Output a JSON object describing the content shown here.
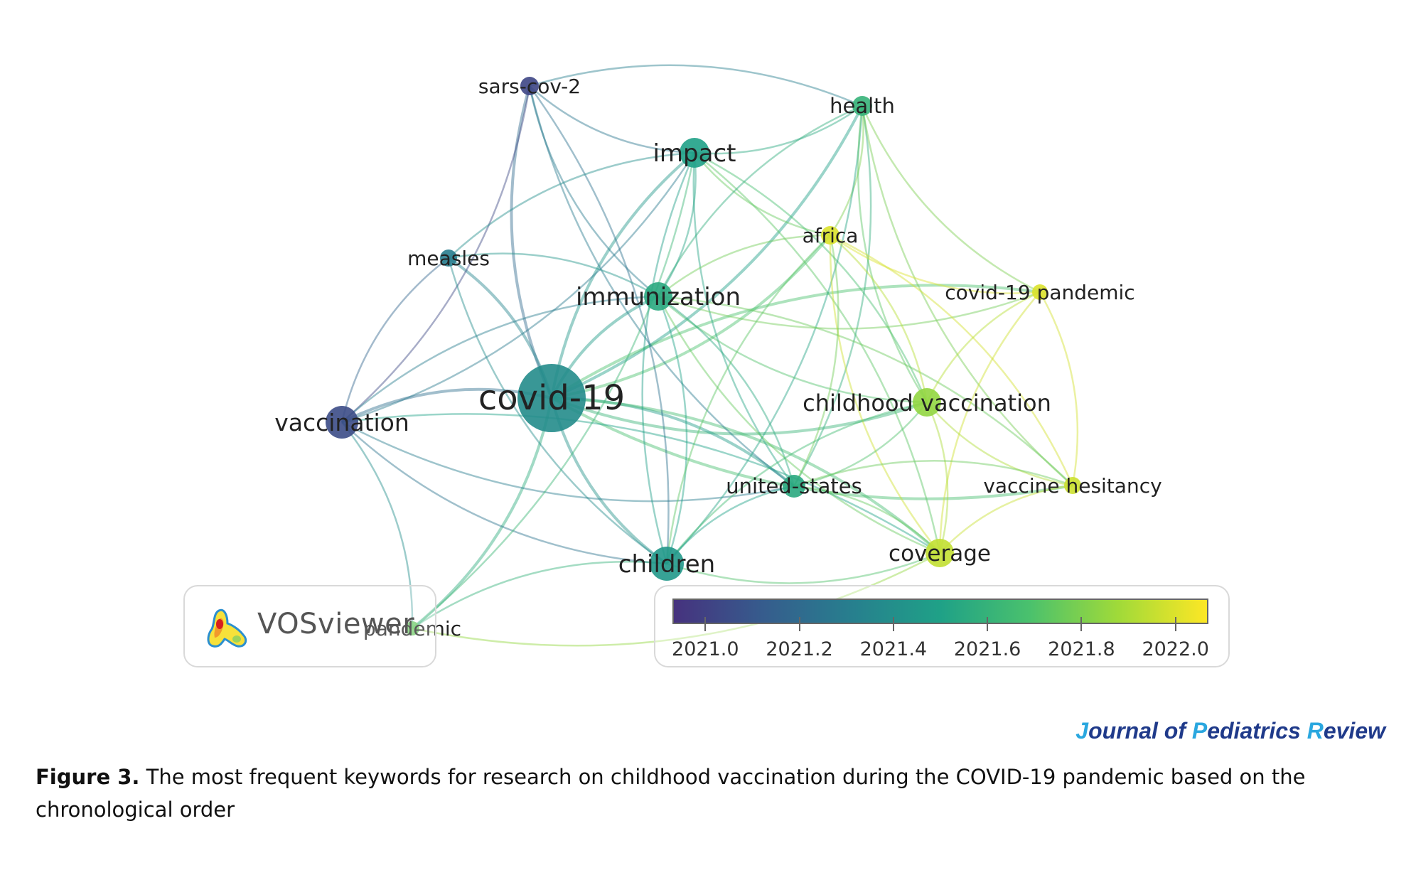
{
  "figure": {
    "caption_label": "Figure 3.",
    "caption_text": "The most frequent keywords for research on childhood vaccination during the COVID-19 pandemic based on the chronological order"
  },
  "journal": {
    "part1": "J",
    "part2": "ournal of ",
    "part3": "P",
    "part4": "ediatrics ",
    "part5": "R",
    "part6": "eview"
  },
  "logo": {
    "text": "VOSviewer"
  },
  "colorbar": {
    "colors": [
      "#46327e",
      "#365c8d",
      "#277f8e",
      "#1fa187",
      "#4ac16d",
      "#a0da39",
      "#fde725"
    ],
    "min": 2020.93,
    "max": 2022.07,
    "ticks": [
      {
        "value": 2021.0,
        "label": "2021.0"
      },
      {
        "value": 2021.2,
        "label": "2021.2"
      },
      {
        "value": 2021.4,
        "label": "2021.4"
      },
      {
        "value": 2021.6,
        "label": "2021.6"
      },
      {
        "value": 2021.8,
        "label": "2021.8"
      },
      {
        "value": 2022.0,
        "label": "2022.0"
      }
    ]
  },
  "network": {
    "nodes": [
      {
        "id": "covid-19",
        "label": "covid-19",
        "year": 2021.38
      },
      {
        "id": "vaccination",
        "label": "vaccination",
        "year": 2021.05
      },
      {
        "id": "sars-cov-2",
        "label": "sars-cov-2",
        "year": 2021.02
      },
      {
        "id": "measles",
        "label": "measles",
        "year": 2021.3
      },
      {
        "id": "impact",
        "label": "impact",
        "year": 2021.5
      },
      {
        "id": "health",
        "label": "health",
        "year": 2021.6
      },
      {
        "id": "immunization",
        "label": "immunization",
        "year": 2021.55
      },
      {
        "id": "africa",
        "label": "africa",
        "year": 2022.0
      },
      {
        "id": "covid-19-pandemic",
        "label": "covid-19 pandemic",
        "year": 2022.0
      },
      {
        "id": "childhood-vaccination",
        "label": "childhood vaccination",
        "year": 2021.85
      },
      {
        "id": "united-states",
        "label": "united-states",
        "year": 2021.55
      },
      {
        "id": "vaccine-hesitancy",
        "label": "vaccine hesitancy",
        "year": 2021.97
      },
      {
        "id": "coverage",
        "label": "coverage",
        "year": 2021.95
      },
      {
        "id": "children",
        "label": "children",
        "year": 2021.45
      },
      {
        "id": "pandemic",
        "label": "pandemic",
        "year": 2021.75
      }
    ],
    "edges": [
      [
        "covid-19",
        "vaccination"
      ],
      [
        "covid-19",
        "sars-cov-2"
      ],
      [
        "covid-19",
        "measles"
      ],
      [
        "covid-19",
        "impact"
      ],
      [
        "covid-19",
        "health"
      ],
      [
        "covid-19",
        "immunization"
      ],
      [
        "covid-19",
        "africa"
      ],
      [
        "covid-19",
        "covid-19-pandemic"
      ],
      [
        "covid-19",
        "childhood-vaccination"
      ],
      [
        "covid-19",
        "united-states"
      ],
      [
        "covid-19",
        "vaccine-hesitancy"
      ],
      [
        "covid-19",
        "coverage"
      ],
      [
        "covid-19",
        "children"
      ],
      [
        "covid-19",
        "pandemic"
      ],
      [
        "vaccination",
        "sars-cov-2"
      ],
      [
        "vaccination",
        "measles"
      ],
      [
        "vaccination",
        "impact"
      ],
      [
        "vaccination",
        "immunization"
      ],
      [
        "vaccination",
        "children"
      ],
      [
        "vaccination",
        "coverage"
      ],
      [
        "vaccination",
        "united-states"
      ],
      [
        "vaccination",
        "pandemic"
      ],
      [
        "sars-cov-2",
        "impact"
      ],
      [
        "sars-cov-2",
        "health"
      ],
      [
        "sars-cov-2",
        "immunization"
      ],
      [
        "sars-cov-2",
        "children"
      ],
      [
        "sars-cov-2",
        "united-states"
      ],
      [
        "measles",
        "immunization"
      ],
      [
        "measles",
        "children"
      ],
      [
        "measles",
        "impact"
      ],
      [
        "impact",
        "health"
      ],
      [
        "impact",
        "immunization"
      ],
      [
        "impact",
        "africa"
      ],
      [
        "impact",
        "childhood-vaccination"
      ],
      [
        "impact",
        "united-states"
      ],
      [
        "impact",
        "coverage"
      ],
      [
        "impact",
        "children"
      ],
      [
        "impact",
        "pandemic"
      ],
      [
        "health",
        "immunization"
      ],
      [
        "health",
        "africa"
      ],
      [
        "health",
        "covid-19-pandemic"
      ],
      [
        "health",
        "united-states"
      ],
      [
        "health",
        "vaccine-hesitancy"
      ],
      [
        "health",
        "children"
      ],
      [
        "health",
        "childhood-vaccination"
      ],
      [
        "immunization",
        "africa"
      ],
      [
        "immunization",
        "childhood-vaccination"
      ],
      [
        "immunization",
        "united-states"
      ],
      [
        "immunization",
        "coverage"
      ],
      [
        "immunization",
        "children"
      ],
      [
        "immunization",
        "covid-19-pandemic"
      ],
      [
        "immunization",
        "vaccine-hesitancy"
      ],
      [
        "africa",
        "covid-19-pandemic"
      ],
      [
        "africa",
        "childhood-vaccination"
      ],
      [
        "africa",
        "coverage"
      ],
      [
        "africa",
        "vaccine-hesitancy"
      ],
      [
        "africa",
        "children"
      ],
      [
        "africa",
        "united-states"
      ],
      [
        "covid-19-pandemic",
        "childhood-vaccination"
      ],
      [
        "covid-19-pandemic",
        "vaccine-hesitancy"
      ],
      [
        "covid-19-pandemic",
        "coverage"
      ],
      [
        "childhood-vaccination",
        "united-states"
      ],
      [
        "childhood-vaccination",
        "vaccine-hesitancy"
      ],
      [
        "childhood-vaccination",
        "coverage"
      ],
      [
        "childhood-vaccination",
        "children"
      ],
      [
        "united-states",
        "coverage"
      ],
      [
        "united-states",
        "children"
      ],
      [
        "united-states",
        "vaccine-hesitancy"
      ],
      [
        "vaccine-hesitancy",
        "coverage"
      ],
      [
        "coverage",
        "children"
      ],
      [
        "children",
        "pandemic"
      ],
      [
        "coverage",
        "pandemic"
      ]
    ]
  }
}
